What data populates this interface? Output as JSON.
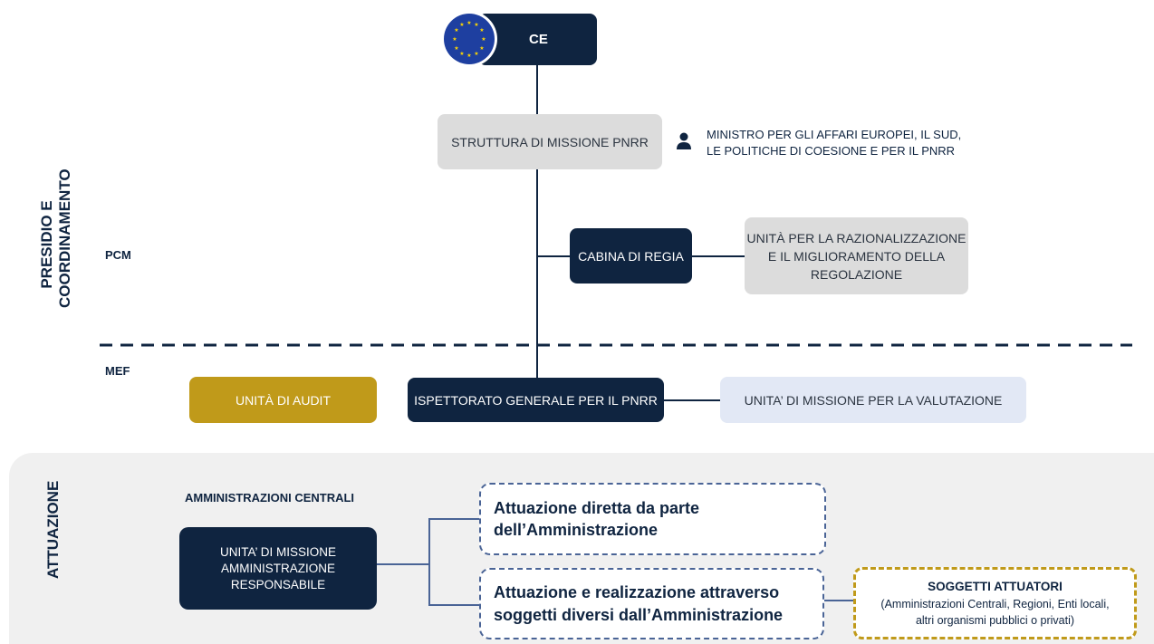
{
  "sections": {
    "presidio": "PRESIDIO E COORDINAMENTO",
    "attuazione": "ATTUAZIONE"
  },
  "labels": {
    "pcm": "PCM",
    "mef": "MEF",
    "amministrazioni_centrali": "AMMINISTRAZIONI CENTRALI"
  },
  "nodes": {
    "ce": "CE",
    "struttura": "STRUTTURA DI MISSIONE PNRR",
    "ministro_line1": "MINISTRO PER GLI AFFARI EUROPEI, IL SUD,",
    "ministro_line2": "LE POLITICHE DI COESIONE E PER IL PNRR",
    "cabina": "CABINA DI REGIA",
    "unita_razionalizzazione_line1": "UNITÀ PER LA RAZIONALIZZAZIONE",
    "unita_razionalizzazione_line2": "E IL MIGLIORAMENTO DELLA",
    "unita_razionalizzazione_line3": "REGOLAZIONE",
    "unita_audit": "UNITÀ DI AUDIT",
    "ispettorato": "ISPETTORATO GENERALE PER IL PNRR",
    "unita_valutazione": "UNITA’ DI MISSIONE PER LA VALUTAZIONE",
    "unita_missione_line1": "UNITA’ DI MISSIONE",
    "unita_missione_line2": "AMMINISTRAZIONE",
    "unita_missione_line3": "RESPONSABILE",
    "attuazione_diretta_line1": "Attuazione diretta da parte",
    "attuazione_diretta_line2": "dell’Amministrazione",
    "attuazione_realizzazione_line1": "Attuazione e realizzazione attraverso",
    "attuazione_realizzazione_line2": "soggetti diversi dall’Amministrazione",
    "soggetti_title": "SOGGETTI ATTUATORI",
    "soggetti_line1": "(Amministrazioni Centrali, Regioni, Enti locali,",
    "soggetti_line2": "altri organismi pubblici o privati)"
  },
  "icons": {
    "eu_flag": "eu-flag-icon",
    "person": "person-icon"
  },
  "colors": {
    "navy": "#0f2440",
    "grey": "#dcdcdc",
    "gold": "#c09a1a",
    "pale_blue": "#e2e8f5",
    "eu_blue": "#1e3fa0",
    "eu_star": "#ffd700",
    "attuazione_bg": "#f0f0f0"
  }
}
